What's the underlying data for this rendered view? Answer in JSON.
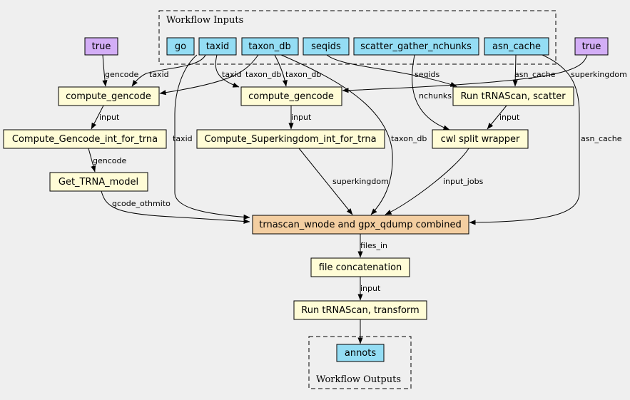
{
  "clusters": {
    "inputs_label": "Workflow Inputs",
    "outputs_label": "Workflow Outputs"
  },
  "nodes": {
    "true_left": "true",
    "true_right": "true",
    "go": "go",
    "taxid": "taxid",
    "taxon_db": "taxon_db",
    "seqids": "seqids",
    "scatter_gather_nchunks": "scatter_gather_nchunks",
    "asn_cache": "asn_cache",
    "compute_gencode_left": "compute_gencode",
    "compute_gencode_mid": "compute_gencode",
    "run_trnascan_scatter": "Run tRNAScan, scatter",
    "compute_gencode_int": "Compute_Gencode_int_for_trna",
    "compute_superkingdom_int": "Compute_Superkingdom_int_for_trna",
    "cwl_split_wrapper": "cwl split wrapper",
    "get_trna_model": "Get_TRNA_model",
    "trnascan_combined": "trnascan_wnode and gpx_qdump combined",
    "file_concatenation": "file concatenation",
    "run_trnascan_transform": "Run tRNAScan, transform",
    "annots": "annots"
  },
  "edge_labels": {
    "true_to_cg_left": "gencode",
    "taxid_to_cg_left": "taxid",
    "taxid_to_cg_mid": "taxid",
    "taxondb_to_cg_left": "taxon_db",
    "taxondb_to_cg_mid": "taxon_db",
    "seqids_to_scatter": "seqids",
    "asncache_to_scatter": "asn_cache",
    "true_right_to_cg_mid": "superkingdom",
    "nchunks_to_split": "nchunks",
    "cg_left_to_int": "input",
    "cg_mid_to_sk": "input",
    "scatter_to_split": "input",
    "int_to_model": "gencode",
    "taxid_to_combined": "taxid",
    "taxondb_to_combined": "taxon_db",
    "asncache_to_combined": "asn_cache",
    "model_to_combined": "gcode_othmito",
    "sk_to_combined": "superkingdom",
    "split_to_combined": "input_jobs",
    "combined_to_concat": "files_in",
    "concat_to_transform": "input"
  },
  "colors": {
    "background": "#efefef",
    "input_node": "#94ddf4",
    "constant_node": "#d3aef6",
    "step_node": "#fffcd6",
    "highlight_node": "#f3cea1"
  }
}
